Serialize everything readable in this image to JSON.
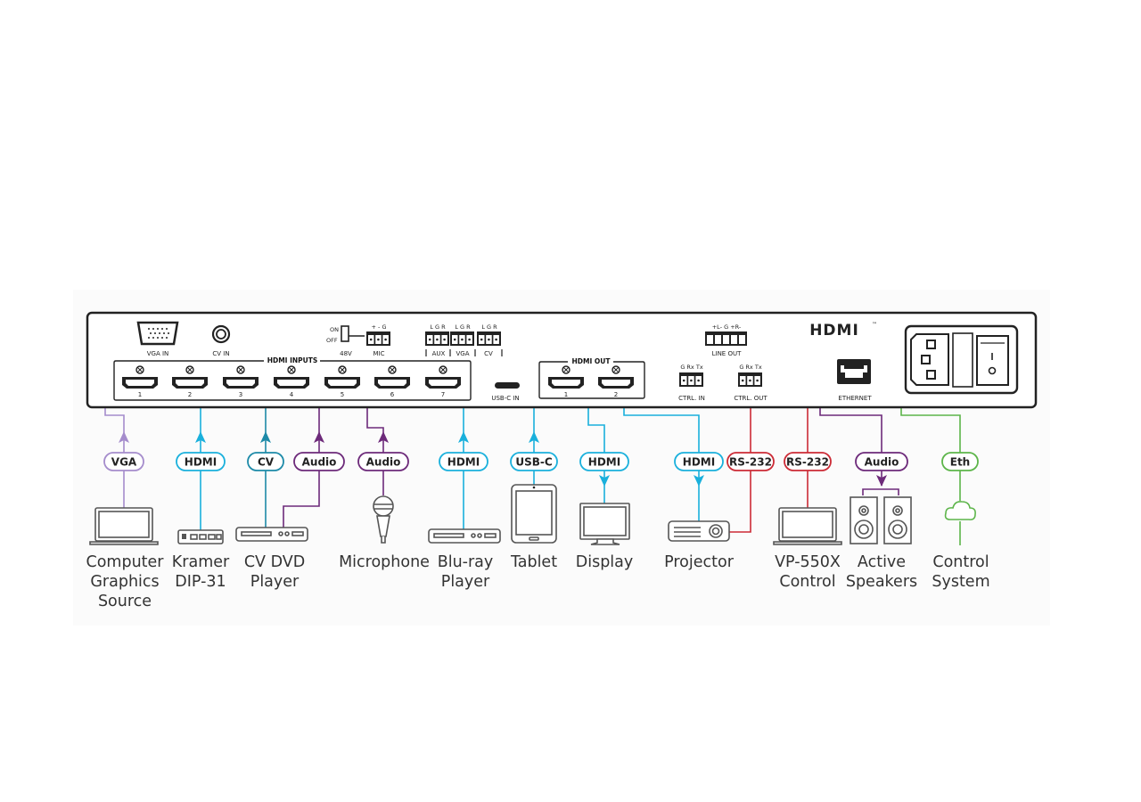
{
  "colors": {
    "vga": "#a58ccc",
    "hdmi": "#1ab0dc",
    "cv": "#1d8aa8",
    "audio": "#6d2a7a",
    "rs232": "#cc2b36",
    "ethernet": "#5db54a",
    "outline": "#222222",
    "device": "#555555"
  },
  "panel": {
    "logo": "HDMI",
    "logo_tm": "™",
    "vga_in": "VGA IN",
    "cv_in": "CV IN",
    "hdmi_inputs_title": "HDMI INPUTS",
    "hdmi_inputs": [
      "1",
      "2",
      "3",
      "4",
      "5",
      "6",
      "7"
    ],
    "phantom_on": "ON",
    "phantom_off": "OFF",
    "phantom_label": "48V",
    "mic_pins": "+ - G",
    "mic_label": "MIC",
    "audio_pins": [
      "L G R",
      "L G R",
      "L G R"
    ],
    "audio_groups": [
      "AUX",
      "VGA",
      "CV"
    ],
    "usbc_in": "USB-C IN",
    "hdmi_out_title": "HDMI OUT",
    "hdmi_outputs": [
      "1",
      "2"
    ],
    "line_out_pins": "+L-  G  +R-",
    "line_out": "LINE OUT",
    "ctrl_pins": "G Rx Tx",
    "ctrl_in": "CTRL. IN",
    "ctrl_out": "CTRL. OUT",
    "ethernet": "ETHERNET"
  },
  "connections": [
    {
      "id": "vga",
      "label": "VGA",
      "type": "vga",
      "direction": "input"
    },
    {
      "id": "hdmi-dip",
      "label": "HDMI",
      "type": "hdmi",
      "direction": "input"
    },
    {
      "id": "cv",
      "label": "CV",
      "type": "cv",
      "direction": "input"
    },
    {
      "id": "audio-dvd",
      "label": "Audio",
      "type": "audio",
      "direction": "input"
    },
    {
      "id": "audio-mic",
      "label": "Audio",
      "type": "audio",
      "direction": "input"
    },
    {
      "id": "hdmi-bluray",
      "label": "HDMI",
      "type": "hdmi",
      "direction": "input"
    },
    {
      "id": "usbc",
      "label": "USB-C",
      "type": "hdmi",
      "direction": "input"
    },
    {
      "id": "hdmi-display",
      "label": "HDMI",
      "type": "hdmi",
      "direction": "output"
    },
    {
      "id": "hdmi-projector",
      "label": "HDMI",
      "type": "hdmi",
      "direction": "output"
    },
    {
      "id": "rs232-projector",
      "label": "RS-232",
      "type": "rs232",
      "direction": "bidirectional"
    },
    {
      "id": "rs232-control",
      "label": "RS-232",
      "type": "rs232",
      "direction": "bidirectional"
    },
    {
      "id": "audio-speakers",
      "label": "Audio",
      "type": "audio",
      "direction": "output"
    },
    {
      "id": "eth",
      "label": "Eth",
      "type": "ethernet",
      "direction": "bidirectional"
    }
  ],
  "devices": [
    {
      "id": "computer",
      "line1": "Computer",
      "line2": "Graphics",
      "line3": "Source"
    },
    {
      "id": "dip31",
      "line1": "Kramer",
      "line2": "DIP-31"
    },
    {
      "id": "dvd",
      "line1": "CV DVD",
      "line2": "Player"
    },
    {
      "id": "mic",
      "line1": "Microphone"
    },
    {
      "id": "bluray",
      "line1": "Blu-ray",
      "line2": "Player"
    },
    {
      "id": "tablet",
      "line1": "Tablet"
    },
    {
      "id": "display",
      "line1": "Display"
    },
    {
      "id": "projector",
      "line1": "Projector"
    },
    {
      "id": "vp550x",
      "line1": "VP-550X",
      "line2": "Control"
    },
    {
      "id": "speakers",
      "line1": "Active",
      "line2": "Speakers"
    },
    {
      "id": "control",
      "line1": "Control",
      "line2": "System"
    }
  ]
}
